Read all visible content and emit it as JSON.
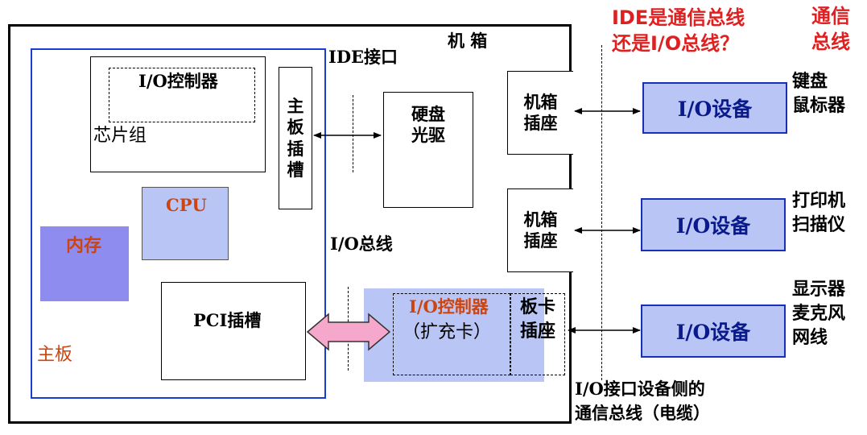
{
  "case_title": "机 箱",
  "mainboard_label": "主板",
  "chipset": {
    "controller": "I/O控制器",
    "label": "芯片组"
  },
  "main_slot": [
    "主",
    "板",
    "插",
    "槽"
  ],
  "ide_label": "IDE接口",
  "disk": {
    "line1": "硬盘",
    "line2": "光驱"
  },
  "cpu": "CPU",
  "memory": "内存",
  "io_bus_label": "I/O总线",
  "pci_slot": "PCI插槽",
  "expansion": {
    "line1": "I/O控制器",
    "line2": "（扩充卡）"
  },
  "card_socket": {
    "line1": "板卡",
    "line2": "插座"
  },
  "case_socket_1": {
    "line1": "机箱",
    "line2": "插座"
  },
  "case_socket_2": {
    "line1": "机箱",
    "line2": "插座"
  },
  "question": {
    "line1": "IDE是通信总线",
    "line2": "还是I/O总线？"
  },
  "comm_bus": {
    "line1": "通信",
    "line2": "总线"
  },
  "devices": [
    {
      "label": "I/O设备",
      "examples": [
        "键盘",
        "鼠标器"
      ]
    },
    {
      "label": "I/O设备",
      "examples": [
        "打印机",
        "扫描仪"
      ]
    },
    {
      "label": "I/O设备",
      "examples": [
        "显示器",
        "麦克风",
        "网线"
      ]
    }
  ],
  "cable_note": {
    "line1": "I/O接口设备侧的",
    "line2": "通信总线（电缆）"
  },
  "colors": {
    "mainboard_border": "#1a3cd0",
    "red": "#e02020",
    "cpu_fill": "#b9c6f5",
    "memory_fill": "#8f8cf0",
    "orange_text": "#cc4410"
  }
}
